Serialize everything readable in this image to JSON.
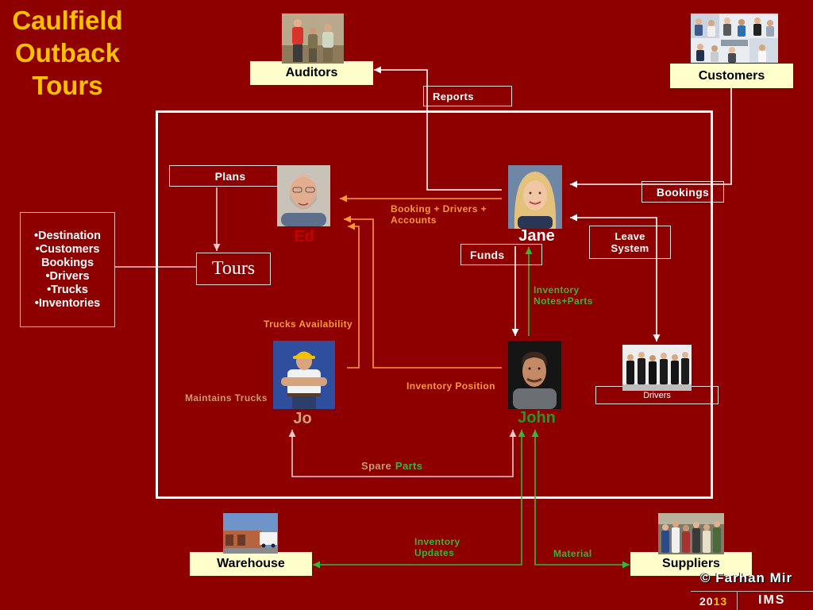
{
  "colors": {
    "background": "#8e0000",
    "title": "#ffc000",
    "label_box": "#ffffcc",
    "connector_white": "#ffffff",
    "connector_light": "#ecc9c9",
    "flow_orange": "#ff9933",
    "flow_green": "#33b833",
    "flow_tan": "#c99a6b",
    "flow_dash": "#1a0000",
    "name_ed": "#c40000",
    "name_jo": "#d4a070",
    "name_john": "#1f9a1f"
  },
  "slide_title": [
    "Caulfield",
    "Outback",
    "Tours"
  ],
  "stakeholders": {
    "auditors": "Auditors",
    "customers": "Customers",
    "warehouse": "Warehouse",
    "suppliers": "Suppliers"
  },
  "process_boxes": {
    "reports": "Reports",
    "plans": "Plans",
    "bookings": "Bookings",
    "funds": "Funds",
    "leave_system": [
      "Leave",
      "System"
    ],
    "tours": "Tours",
    "drivers": "Drivers"
  },
  "people": {
    "ed": "Ed",
    "jane": "Jane",
    "jo": "Jo",
    "john": "John"
  },
  "database_items": [
    "•Destination",
    "•Customers",
    "Bookings",
    "•Drivers",
    "•Trucks",
    "•Inventories"
  ],
  "flows": {
    "booking_drivers_accounts": [
      "Booking + Drivers +",
      "Accounts"
    ],
    "trucks_availability": "Trucks Availability",
    "maintains_trucks": "Maintains Trucks",
    "inventory_position": "Inventory Position",
    "inventory_notes_parts": [
      "Inventory",
      "Notes+Parts"
    ],
    "spare_parts": {
      "spare": "Spare",
      "dash": "-",
      "parts": "Parts"
    },
    "inventory_updates": [
      "Inventory",
      "Updates"
    ],
    "material": "Material"
  },
  "footer": {
    "copyright": "© Farhan Mir",
    "year_prefix": "20",
    "year_suffix": "13",
    "course": "IMS"
  }
}
